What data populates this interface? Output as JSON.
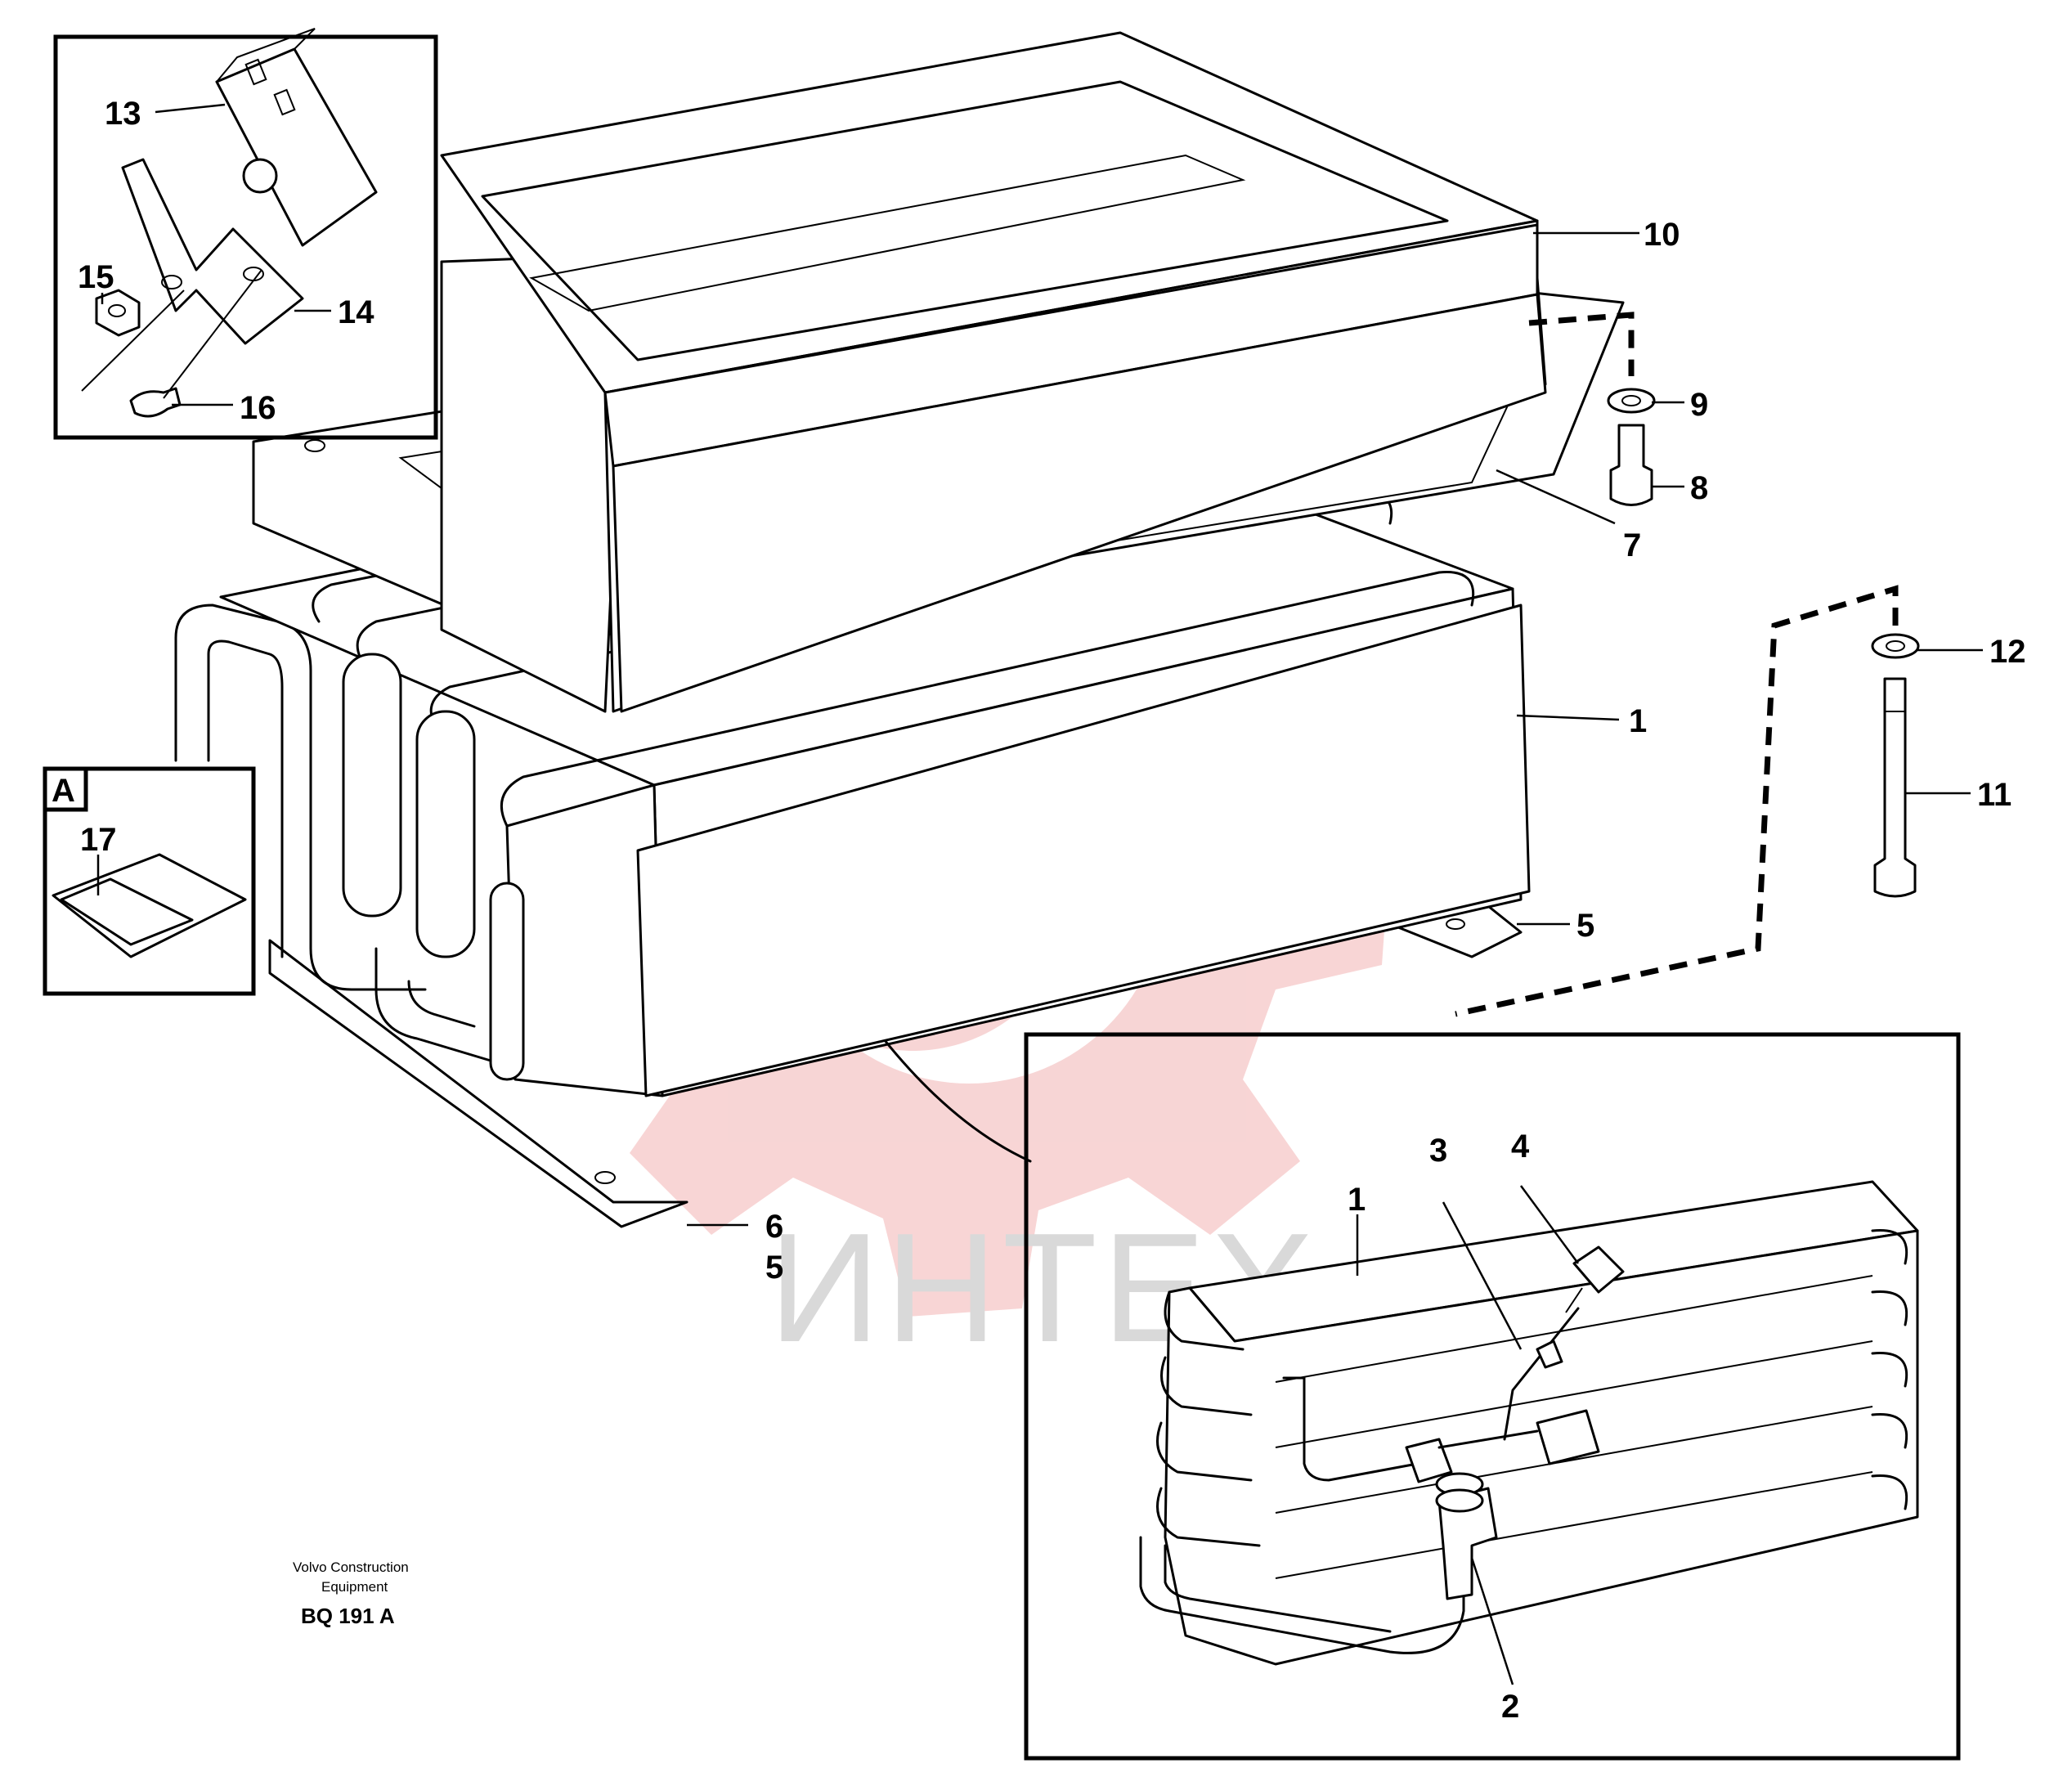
{
  "watermark": {
    "text": "ИНТЕХ",
    "logo_color": "#f2b3b3"
  },
  "part_labels": [
    "1",
    "2",
    "3",
    "4",
    "5",
    "5",
    "6",
    "7",
    "8",
    "9",
    "10",
    "11",
    "12",
    "13",
    "14",
    "15",
    "16",
    "17",
    "1"
  ],
  "inset_a_tag": "A",
  "footer": {
    "company_line1": "Volvo Construction",
    "company_line2": "Equipment",
    "drawing_id": "BQ 191 A"
  }
}
